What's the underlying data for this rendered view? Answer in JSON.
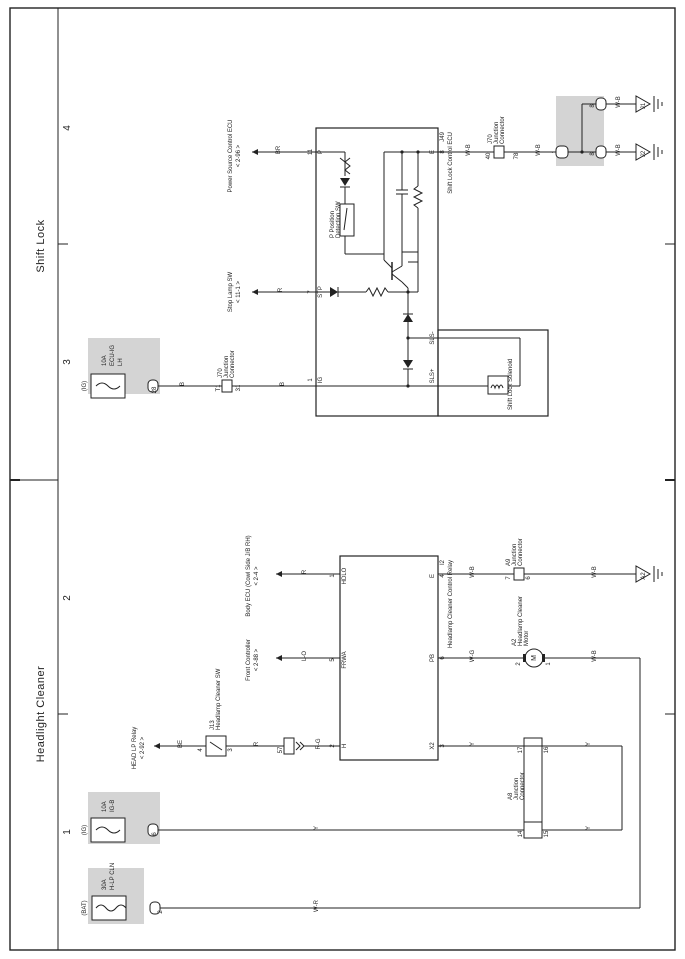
{
  "sections": {
    "top": "Shift Lock",
    "bottom": "Headlight Cleaner"
  },
  "grid": [
    "1",
    "2",
    "3",
    "4"
  ],
  "shift_lock": {
    "fuse": {
      "power": "(IG)",
      "rating": "10A",
      "name": "ECU-IG",
      "side": "LH"
    },
    "fuse_pin": "28",
    "j70_left": {
      "id": "J70",
      "name": "Junction",
      "name2": "Connector",
      "pin_a": "T1",
      "pin_b": "31"
    },
    "ecu": {
      "id": "J49",
      "name": "Shift Lock Control ECU"
    },
    "pins": {
      "p": "P",
      "p_num": "11",
      "stp": "STP",
      "stp_num": "7",
      "ig": "IG",
      "ig_num": "1",
      "e": "E",
      "e_num": "8",
      "sls_minus": "SLS-",
      "sls_plus": "SLS+"
    },
    "p_position_sw": {
      "name": "P Position",
      "name2": "Detection SW"
    },
    "solenoid": "Shift Lock Solenoid",
    "power_source": {
      "text": "Power Source Control ECU",
      "ref": "< 2-96 >"
    },
    "stop_lamp": {
      "text": "Stop Lamp SW",
      "ref": "< 11-1 >"
    },
    "wire_colors": {
      "br": "BR",
      "r": "R",
      "b": "B",
      "wb": "W-B"
    },
    "j70_right": {
      "id": "J70",
      "name": "Junction",
      "name2": "Connector",
      "pin_a": "40",
      "pin_b": "78"
    },
    "ground_pins": {
      "a": "1",
      "b": "8",
      "c": "8"
    },
    "grounds": {
      "g1": "J1",
      "g2": "J2"
    }
  },
  "headlight_cleaner": {
    "fuse_bat": {
      "power": "(BAT)",
      "rating": "30A",
      "name": "H-LP CLN"
    },
    "bat_pin": "2",
    "fuse_ig": {
      "power": "(IG)",
      "rating": "10A",
      "name": "IG-B"
    },
    "ig_pin": "6",
    "switch": {
      "id": "J13",
      "name": "Headlamp Cleaner SW",
      "pin_l": "4",
      "pin_r": "3"
    },
    "head_lp": {
      "text": "HEAD LP Relay",
      "ref": "< 2-92 >"
    },
    "connector_pin": "57",
    "relay": {
      "id": "I2",
      "name": "Headlamp Cleaner Control Relay"
    },
    "pins": {
      "hdlo": "HDLO",
      "hdlo_num": "1",
      "frwa": "FRWA",
      "frwa_num": "5",
      "h": "H",
      "h_num": "2",
      "e": "E",
      "e_num": "4",
      "pb": "PB",
      "pb_num": "6",
      "x2": "X2",
      "x2_num": "3"
    },
    "body_ecu": {
      "text": "Body ECU (Cowl Side J/B RH)",
      "ref": "< 2-4 >"
    },
    "front_controller": {
      "text": "Front Controller",
      "ref": "< 2-88 >"
    },
    "wire_colors": {
      "r": "R",
      "lo": "L-O",
      "rg": "R-G",
      "be": "BE",
      "y": "Y",
      "wb": "W-B",
      "wg": "W-G",
      "wr": "W-R"
    },
    "a9": {
      "id": "A9",
      "name": "Junction",
      "name2": "Connector",
      "pin_a": "7",
      "pin_b": "6"
    },
    "ground": "A2",
    "motor": {
      "id": "A2",
      "name": "Headlamp Cleaner",
      "name2": "Motor",
      "symbol": "M",
      "pin_a": "2",
      "pin_b": "1"
    },
    "a8": {
      "id": "A8",
      "name": "Junction",
      "name2": "Connector",
      "pins": [
        "14",
        "15",
        "17",
        "16"
      ]
    }
  }
}
